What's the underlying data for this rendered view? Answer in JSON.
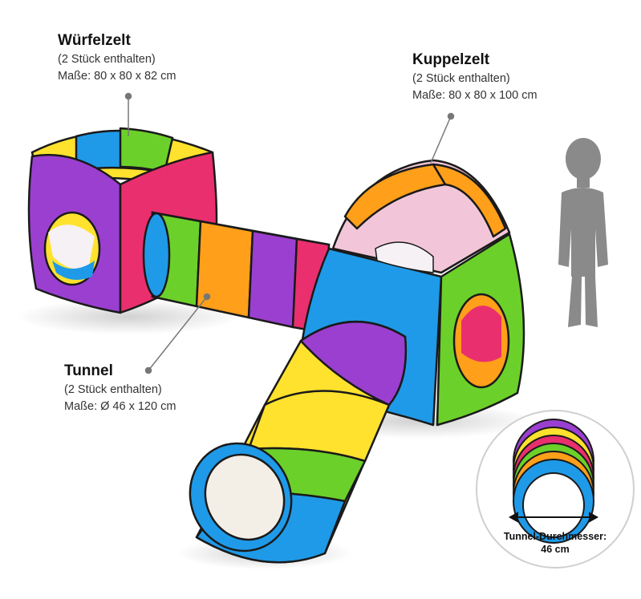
{
  "labels": {
    "cube": {
      "title": "Würfelzelt",
      "count": "(2 Stück enthalten)",
      "size": "Maße: 80 x 80 x 82 cm"
    },
    "dome": {
      "title": "Kuppelzelt",
      "count": "(2 Stück enthalten)",
      "size": "Maße: 80 x 80 x 100 cm"
    },
    "tunnel": {
      "title": "Tunnel",
      "count": "(2 Stück enthalten)",
      "size": "Maße: Ø 46 x 120 cm"
    }
  },
  "inset": {
    "caption_line1": "Tunnel-Durchmesser:",
    "caption_line2": "46 cm"
  },
  "colors": {
    "purple": "#9b3fd0",
    "magenta": "#ea2f6e",
    "orange": "#ff9f1a",
    "yellow": "#ffe22e",
    "green": "#6cd02a",
    "blue": "#1f9ae8",
    "silhouette": "#8a8a8a",
    "pointer": "#777777"
  }
}
